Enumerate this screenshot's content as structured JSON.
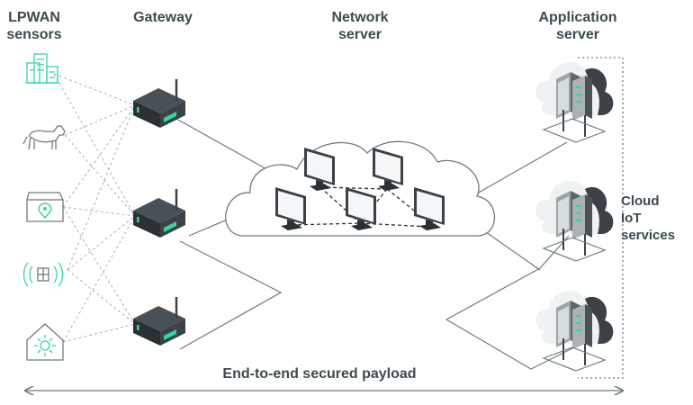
{
  "headers": {
    "sensors": [
      "LPWAN",
      "sensors"
    ],
    "gateway": [
      "Gateway"
    ],
    "network": [
      "Network",
      "server"
    ],
    "application": [
      "Application",
      "server"
    ]
  },
  "side_label": [
    "Cloud",
    "IoT",
    "services"
  ],
  "footer": "End-to-end secured payload",
  "colors": {
    "text": "#3d4a4f",
    "accent": "#34d6a0",
    "device_dark": "#33393d",
    "line": "#6f7b80",
    "dotted": "#a9b1b5"
  },
  "sensor_icons": [
    "building-icon",
    "cow-icon",
    "map-pin-box-icon",
    "wireless-beacon-icon",
    "smart-home-icon"
  ],
  "gateways": [
    "gateway-1",
    "gateway-2",
    "gateway-3"
  ],
  "network_nodes": [
    "monitor-1",
    "monitor-2",
    "monitor-3",
    "monitor-4",
    "monitor-5"
  ],
  "app_servers": [
    "app-server-1",
    "app-server-2",
    "app-server-3"
  ]
}
